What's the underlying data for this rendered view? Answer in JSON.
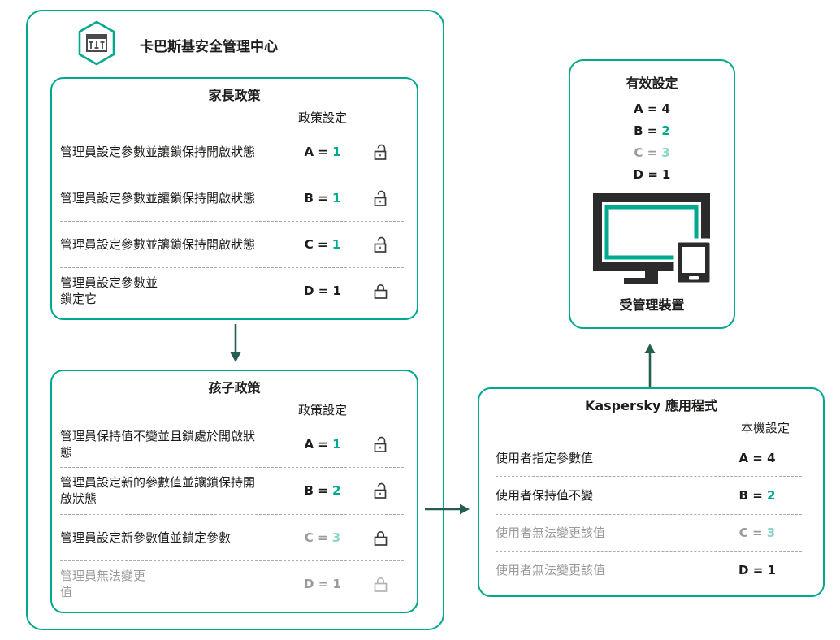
{
  "colors": {
    "accent_teal": "#00A88E",
    "teal_light": "#8AD6C6",
    "text_dark": "#1D1D1B",
    "text_gray": "#9B9B9B",
    "arrow_dark": "#275E52",
    "lock_dark": "#3A3A3A",
    "lock_gray": "#B3B3B3"
  },
  "header": {
    "title": "卡巴斯基安全管理中心",
    "icon": "security-center-hexagon-icon"
  },
  "parent_policy": {
    "title": "家長政策",
    "column_header": "政策設定",
    "rows": [
      {
        "label": "管理員設定參數並讓鎖保持開啟狀態",
        "param": "A =",
        "value": "1",
        "label_tone": "dark",
        "param_tone": "dark",
        "value_tone": "teal",
        "lock": "open",
        "lock_tone": "dark"
      },
      {
        "label": "管理員設定參數並讓鎖保持開啟狀態",
        "param": "B =",
        "value": "1",
        "label_tone": "dark",
        "param_tone": "dark",
        "value_tone": "teal",
        "lock": "open",
        "lock_tone": "dark"
      },
      {
        "label": "管理員設定參數並讓鎖保持開啟狀態",
        "param": "C =",
        "value": "1",
        "label_tone": "dark",
        "param_tone": "dark",
        "value_tone": "teal",
        "lock": "open",
        "lock_tone": "dark"
      },
      {
        "label": "管理員設定參數並\n鎖定它",
        "param": "D =",
        "value": "1",
        "label_tone": "dark",
        "param_tone": "dark",
        "value_tone": "dark",
        "lock": "locked",
        "lock_tone": "dark"
      }
    ]
  },
  "child_policy": {
    "title": "孩子政策",
    "column_header": "政策設定",
    "rows": [
      {
        "label": "管理員保持值不變並且鎖處於開啟狀\n態",
        "param": "A =",
        "value": "1",
        "label_tone": "dark",
        "param_tone": "dark",
        "value_tone": "teal",
        "lock": "open",
        "lock_tone": "dark"
      },
      {
        "label": "管理員設定新的參數值並讓鎖保持開\n啟狀態",
        "param": "B =",
        "value": "2",
        "label_tone": "dark",
        "param_tone": "dark",
        "value_tone": "teal",
        "lock": "open",
        "lock_tone": "dark"
      },
      {
        "label": "管理員設定新參數值並鎖定參數",
        "param": "C =",
        "value": "3",
        "label_tone": "dark",
        "param_tone": "gray",
        "value_tone": "teal-light",
        "lock": "locked",
        "lock_tone": "dark"
      },
      {
        "label": "管理員無法變更\n值",
        "param": "D =",
        "value": "1",
        "label_tone": "gray",
        "param_tone": "gray",
        "value_tone": "gray",
        "lock": "locked",
        "lock_tone": "gray"
      }
    ]
  },
  "kaspersky_app": {
    "title": "Kaspersky 應用程式",
    "column_header": "本機設定",
    "rows": [
      {
        "label": "使用者指定參數值",
        "param": "A =",
        "value": "4",
        "label_tone": "dark",
        "param_tone": "dark",
        "value_tone": "dark"
      },
      {
        "label": "使用者保持值不變",
        "param": "B =",
        "value": "2",
        "label_tone": "dark",
        "param_tone": "dark",
        "value_tone": "teal"
      },
      {
        "label": "使用者無法變更該值",
        "param": "C =",
        "value": "3",
        "label_tone": "gray",
        "param_tone": "gray",
        "value_tone": "teal-light"
      },
      {
        "label": "使用者無法變更該值",
        "param": "D =",
        "value": "1",
        "label_tone": "gray",
        "param_tone": "dark",
        "value_tone": "dark"
      }
    ]
  },
  "effective_settings": {
    "title": "有效設定",
    "items": [
      {
        "param": "A =",
        "value": "4",
        "param_tone": "dark",
        "value_tone": "dark"
      },
      {
        "param": "B =",
        "value": "2",
        "param_tone": "dark",
        "value_tone": "teal"
      },
      {
        "param": "C =",
        "value": "3",
        "param_tone": "gray",
        "value_tone": "teal-light"
      },
      {
        "param": "D =",
        "value": "1",
        "param_tone": "dark",
        "value_tone": "dark"
      }
    ],
    "device_label": "受管理裝置",
    "device_icon": "monitor-with-phone-icon"
  }
}
